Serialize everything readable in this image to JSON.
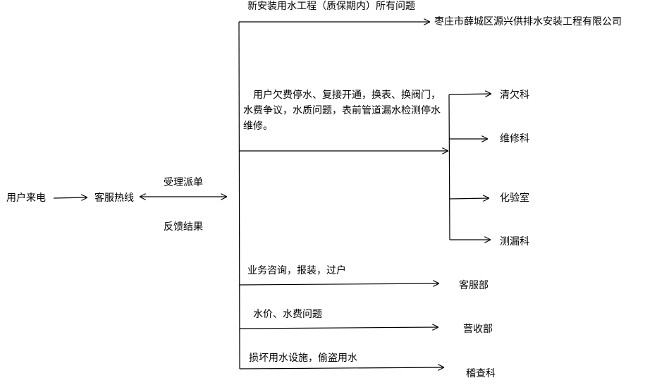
{
  "nodes": {
    "caller": "用户来电",
    "hotline": "客服热线",
    "contractor": "枣庄市薛城区源兴供排水安装工程有限公司",
    "arrears": "清欠科",
    "maintenance": "维修科",
    "lab": "化验室",
    "leak": "测漏科",
    "service_dept": "客服部",
    "billing_dept": "营收部",
    "inspection": "稽查科"
  },
  "edges": {
    "dispatch": "受理派单",
    "feedback": "反馈结果",
    "new_install": "新安装用水工程（质保期内）所有问题",
    "repair_issues": "用户欠费停水、复接开通，换表、换阀门，水费争议，水质问题，表前管道漏水检测停水维修。",
    "business": "业务咨询，报装，过户",
    "price": "水价、水费问题",
    "damage": "损坏用水设施，偷盗用水"
  }
}
